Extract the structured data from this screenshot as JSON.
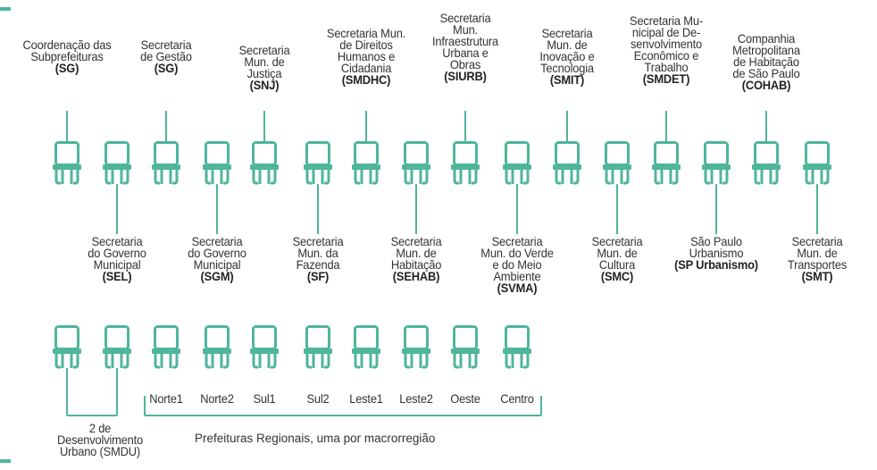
{
  "accent_color": "#4fb59b",
  "text_color": "#333333",
  "icon": "chair-icon",
  "top_row": [
    {
      "name": "Coordenação das\nSubprefeituras",
      "abbr": "(SG)"
    },
    {
      "name": "Secretaria\nde Gestão",
      "abbr": "(SG)"
    },
    {
      "name": "Secretaria\nMun. de\nJustiça",
      "abbr": "(SNJ)"
    },
    {
      "name": "Secretaria Mun.\nde Direitos\nHumanos e\nCidadania",
      "abbr": "(SMDHC)"
    },
    {
      "name": "Secretaria\nMun.\nInfraestrutura\nUrbana e\nObras",
      "abbr": "(SIURB)"
    },
    {
      "name": "Secretaria\nMun. de\nInovação e\nTecnologia",
      "abbr": "(SMIT)"
    },
    {
      "name": "Secretaria Mu-\nnicipal de De-\nsenvolvimento\nEconômico e\nTrabalho",
      "abbr": "(SMDET)"
    },
    {
      "name": "Companhia\nMetropolitana\nde Habitação\nde São Paulo",
      "abbr": "(COHAB)"
    }
  ],
  "middle_row": [
    {
      "name": "Secretaria\ndo Governo\nMunicipal",
      "abbr": "(SEL)"
    },
    {
      "name": "Secretaria\ndo Governo\nMunicipal",
      "abbr": "(SGM)"
    },
    {
      "name": "Secretaria\nMun. da\nFazenda",
      "abbr": "(SF)"
    },
    {
      "name": "Secretaria\nMun. de\nHabitação",
      "abbr": "(SEHAB)"
    },
    {
      "name": "Secretaria\nMun. do Verde\ne do Meio\nAmbiente",
      "abbr": "(SVMA)"
    },
    {
      "name": "Secretaria\nMun. de\nCultura",
      "abbr": "(SMC)"
    },
    {
      "name": "São Paulo\nUrbanismo",
      "abbr": "(SP Urbanismo)"
    },
    {
      "name": "Secretaria\nMun. de\nTransportes",
      "abbr": "(SMT)"
    }
  ],
  "regional_labels": [
    "Norte1",
    "Norte2",
    "Sul1",
    "Sul2",
    "Leste1",
    "Leste2",
    "Oeste",
    "Centro"
  ],
  "regional_caption": "Prefeituras Regionais, uma por macrorregião",
  "smdu_label": "2 de\nDesenvolvimento\nUrbano (SMDU)"
}
